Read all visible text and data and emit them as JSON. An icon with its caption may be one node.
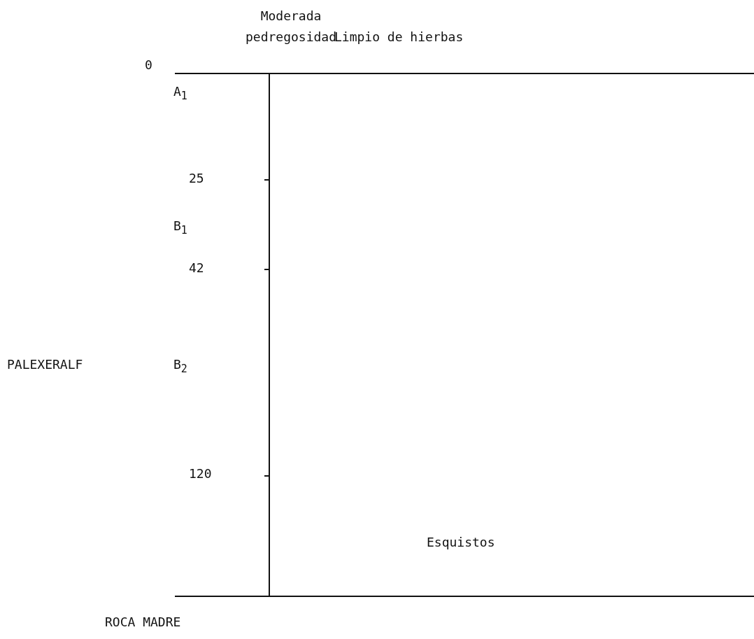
{
  "diagram": {
    "labels": [
      "Moderada pedregosidad",
      "Limpio de hierbas",
      "0",
      "A$_{1}$",
      "25",
      "B$_{1}$",
      "42",
      "PALEXERALF",
      "B$_{2}$",
      "120",
      "Esquistos",
      "ROCA MADRE"
    ]
  }
}
